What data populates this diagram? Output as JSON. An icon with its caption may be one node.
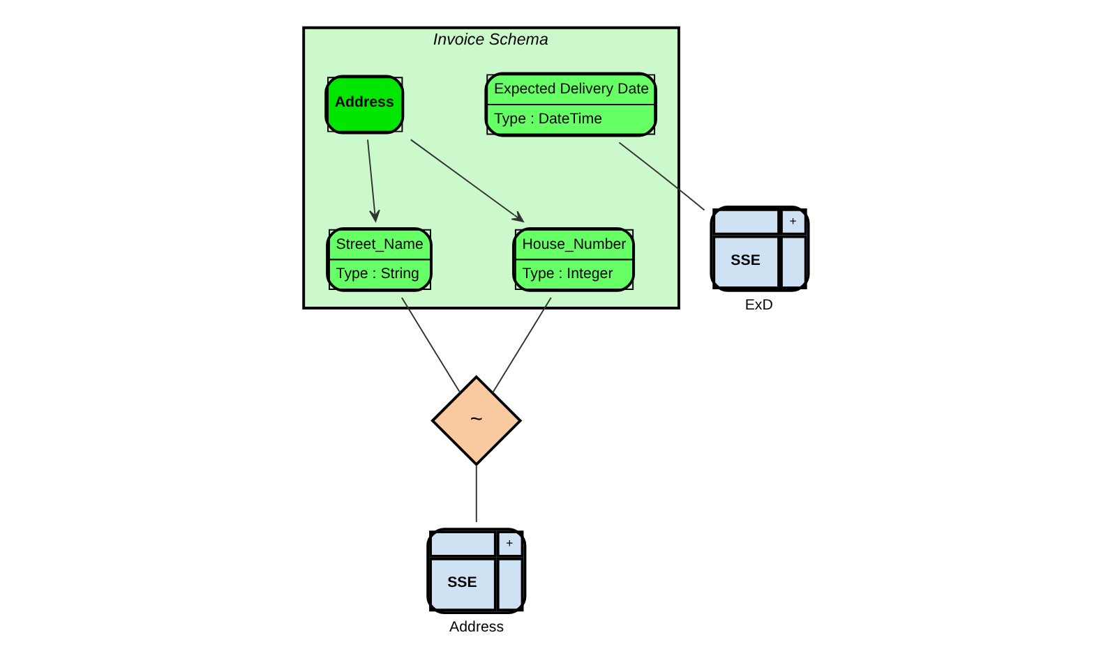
{
  "diagram": {
    "nodes": [
      {
        "text": [
          "Invoice Schema"
        ]
      },
      {
        "text": [
          "Expected Delivery Date",
          "Type : DateTime"
        ],
        "in": 0
      },
      {
        "text": [
          "Address"
        ],
        "in": 0
      },
      {
        "text": [
          "Street_Name",
          "Type : String"
        ],
        "in": 0
      },
      {
        "text": [
          "House_Number",
          "Type : Integer"
        ],
        "in": 0
      },
      {
        "text": [
          "+",
          "SSE"
        ],
        "beside": [
          "Address"
        ]
      },
      {
        "text": [
          "~"
        ]
      },
      {
        "text": [
          "+",
          "SSE"
        ],
        "beside": [
          "ExD"
        ]
      }
    ],
    "edges": [
      {
        "from": 2,
        "to": 3,
        "arrow": "to"
      },
      {
        "from": 2,
        "to": 4,
        "arrow": "to"
      },
      {
        "from": 1,
        "to": 7,
        "arrow": "none"
      },
      {
        "from": 3,
        "to": 6,
        "arrow": "none"
      },
      {
        "from": 4,
        "to": 6,
        "arrow": "none"
      },
      {
        "from": 6,
        "to": 5,
        "arrow": "none"
      }
    ]
  }
}
